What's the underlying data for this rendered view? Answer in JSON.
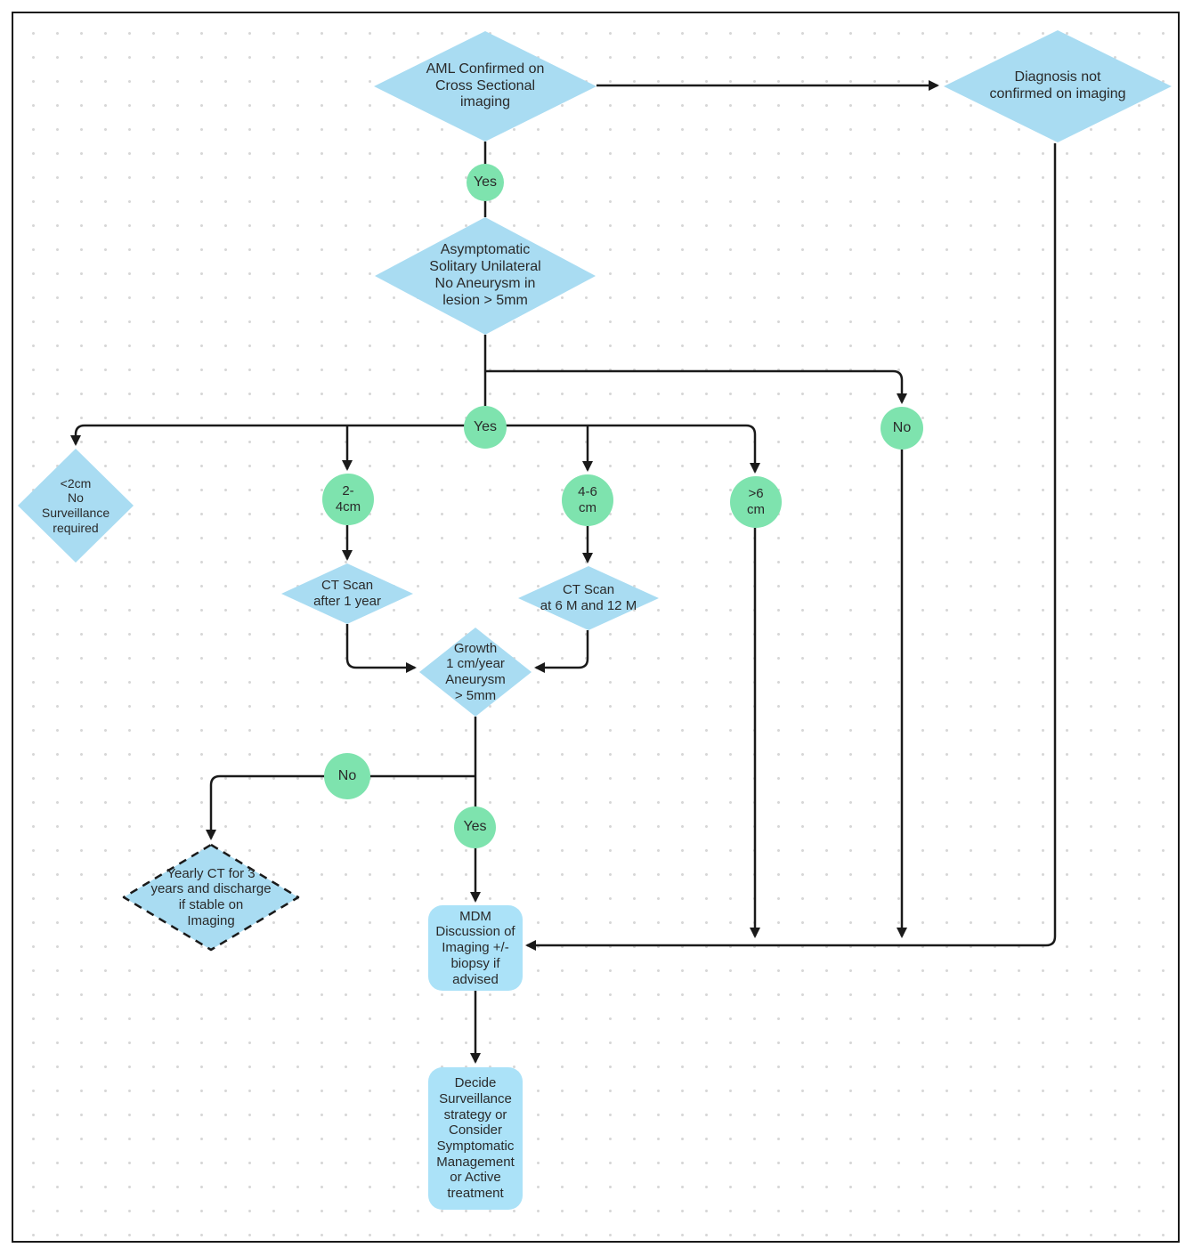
{
  "colors": {
    "diamond_fill": "#a9dcf2",
    "box_fill": "#abe2f8",
    "circle_fill": "#7ee3ae",
    "line": "#1a1a1a",
    "dot": "#d7d7d7"
  },
  "nodes": {
    "aml": {
      "label": "AML Confirmed on\nCross Sectional\nimaging"
    },
    "diagnosis": {
      "label": "Diagnosis not\nconfirmed on imaging"
    },
    "yes1": {
      "label": "Yes"
    },
    "asymptomatic": {
      "label": "Asymptomatic\nSolitary Unilateral\nNo Aneurysm in\nlesion > 5mm"
    },
    "yes2": {
      "label": "Yes"
    },
    "no1": {
      "label": "No"
    },
    "lt2cm": {
      "label": "<2cm\nNo\nSurveillance\nrequired"
    },
    "cm2_4": {
      "label": "2-\n4cm"
    },
    "cm4_6": {
      "label": "4-6\ncm"
    },
    "gt6": {
      "label": ">6\ncm"
    },
    "ct_1yr": {
      "label": "CT Scan\nafter 1 year"
    },
    "ct_6_12": {
      "label": "CT Scan\nat 6 M and 12 M"
    },
    "growth": {
      "label": "Growth\n1 cm/year\nAneurysm\n> 5mm"
    },
    "no2": {
      "label": "No"
    },
    "yes3": {
      "label": "Yes"
    },
    "yearly_ct": {
      "label": "Yearly CT for 3\nyears and discharge\nif stable on\nImaging"
    },
    "mdm": {
      "label": "MDM\nDiscussion of\nImaging +/-\nbiopsy if\nadvised"
    },
    "decide": {
      "label": "Decide\nSurveillance\nstrategy or\nConsider\nSymptomatic\nManagement\nor Active\ntreatment"
    }
  }
}
